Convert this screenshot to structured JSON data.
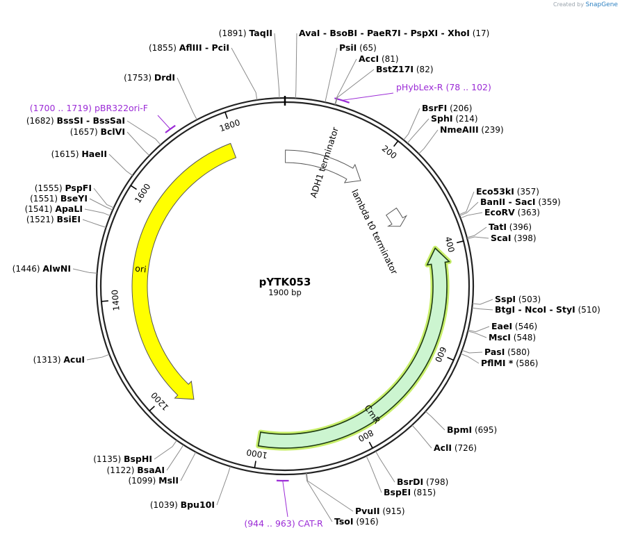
{
  "watermark": {
    "prefix": "Created by",
    "brand": "SnapGene"
  },
  "plasmid": {
    "name": "pYTK053",
    "size_label": "1900 bp",
    "length": 1900
  },
  "ticks": [
    "200",
    "400",
    "600",
    "800",
    "1000",
    "1200",
    "1400",
    "1600",
    "1800"
  ],
  "features": [
    {
      "name": "ADH1 terminator",
      "start": 1,
      "end": 188,
      "strand": 1,
      "color": "#ffffff"
    },
    {
      "name": "lambda t0 terminator",
      "start": 290,
      "end": 330,
      "strand": 1,
      "color": "#ffffff"
    },
    {
      "name": "CmR",
      "start": 400,
      "end": 1000,
      "strand": -1,
      "color": "#ccf5d0",
      "highlight": true
    },
    {
      "name": "ori",
      "start": 1155,
      "end": 1790,
      "strand": -1,
      "color": "#ffff00"
    }
  ],
  "primers": [
    {
      "name": "pHybLex-R",
      "range": "(78 .. 102)",
      "start": 78,
      "end": 102
    },
    {
      "name": "pBR322ori-F",
      "range": "(1700 .. 1719)",
      "start": 1700,
      "end": 1719
    },
    {
      "name": "CAT-R",
      "range": "(944 .. 963)",
      "start": 944,
      "end": 963
    }
  ],
  "sites": [
    {
      "name": "TaqII",
      "pos": "(1891)",
      "bp": 1891
    },
    {
      "name": "AvaI - BsoBI - PaeR7I - PspXI - XhoI",
      "pos": "(17)",
      "bp": 17
    },
    {
      "name": "PsiI",
      "pos": "(65)",
      "bp": 65
    },
    {
      "name": "AccI",
      "pos": "(81)",
      "bp": 81
    },
    {
      "name": "BstZ17I",
      "pos": "(82)",
      "bp": 82
    },
    {
      "name": "BsrFI",
      "pos": "(206)",
      "bp": 206
    },
    {
      "name": "SphI",
      "pos": "(214)",
      "bp": 214
    },
    {
      "name": "NmeAIII",
      "pos": "(239)",
      "bp": 239
    },
    {
      "name": "Eco53kI",
      "pos": "(357)",
      "bp": 357
    },
    {
      "name": "BanII - SacI",
      "pos": "(359)",
      "bp": 359
    },
    {
      "name": "EcoRV",
      "pos": "(363)",
      "bp": 363
    },
    {
      "name": "TatI",
      "pos": "(396)",
      "bp": 396
    },
    {
      "name": "ScaI",
      "pos": "(398)",
      "bp": 398
    },
    {
      "name": "SspI",
      "pos": "(503)",
      "bp": 503
    },
    {
      "name": "BtgI - NcoI - StyI",
      "pos": "(510)",
      "bp": 510
    },
    {
      "name": "EaeI",
      "pos": "(546)",
      "bp": 546
    },
    {
      "name": "MscI",
      "pos": "(548)",
      "bp": 548
    },
    {
      "name": "PasI",
      "pos": "(580)",
      "bp": 580
    },
    {
      "name": "PflMI *",
      "pos": "(586)",
      "bp": 586
    },
    {
      "name": "BpmI",
      "pos": "(695)",
      "bp": 695
    },
    {
      "name": "AclI",
      "pos": "(726)",
      "bp": 726
    },
    {
      "name": "BsrDI",
      "pos": "(798)",
      "bp": 798
    },
    {
      "name": "BspEI",
      "pos": "(815)",
      "bp": 815
    },
    {
      "name": "PvuII",
      "pos": "(915)",
      "bp": 915
    },
    {
      "name": "TsoI",
      "pos": "(916)",
      "bp": 916
    },
    {
      "name": "Bpu10I",
      "pos": "(1039)",
      "bp": 1039
    },
    {
      "name": "MslI",
      "pos": "(1099)",
      "bp": 1099
    },
    {
      "name": "BsaAI",
      "pos": "(1122)",
      "bp": 1122
    },
    {
      "name": "BspHI",
      "pos": "(1135)",
      "bp": 1135
    },
    {
      "name": "AcuI",
      "pos": "(1313)",
      "bp": 1313
    },
    {
      "name": "AlwNI",
      "pos": "(1446)",
      "bp": 1446
    },
    {
      "name": "BsiEI",
      "pos": "(1521)",
      "bp": 1521
    },
    {
      "name": "ApaLI",
      "pos": "(1541)",
      "bp": 1541
    },
    {
      "name": "BseYI",
      "pos": "(1551)",
      "bp": 1551
    },
    {
      "name": "PspFI",
      "pos": "(1555)",
      "bp": 1555
    },
    {
      "name": "HaeII",
      "pos": "(1615)",
      "bp": 1615
    },
    {
      "name": "BclVI",
      "pos": "(1657)",
      "bp": 1657
    },
    {
      "name": "BssSI - BssSaI",
      "pos": "(1682)",
      "bp": 1682
    },
    {
      "name": "DrdI",
      "pos": "(1753)",
      "bp": 1753
    },
    {
      "name": "AflIII - PciI",
      "pos": "(1855)",
      "bp": 1855
    }
  ]
}
